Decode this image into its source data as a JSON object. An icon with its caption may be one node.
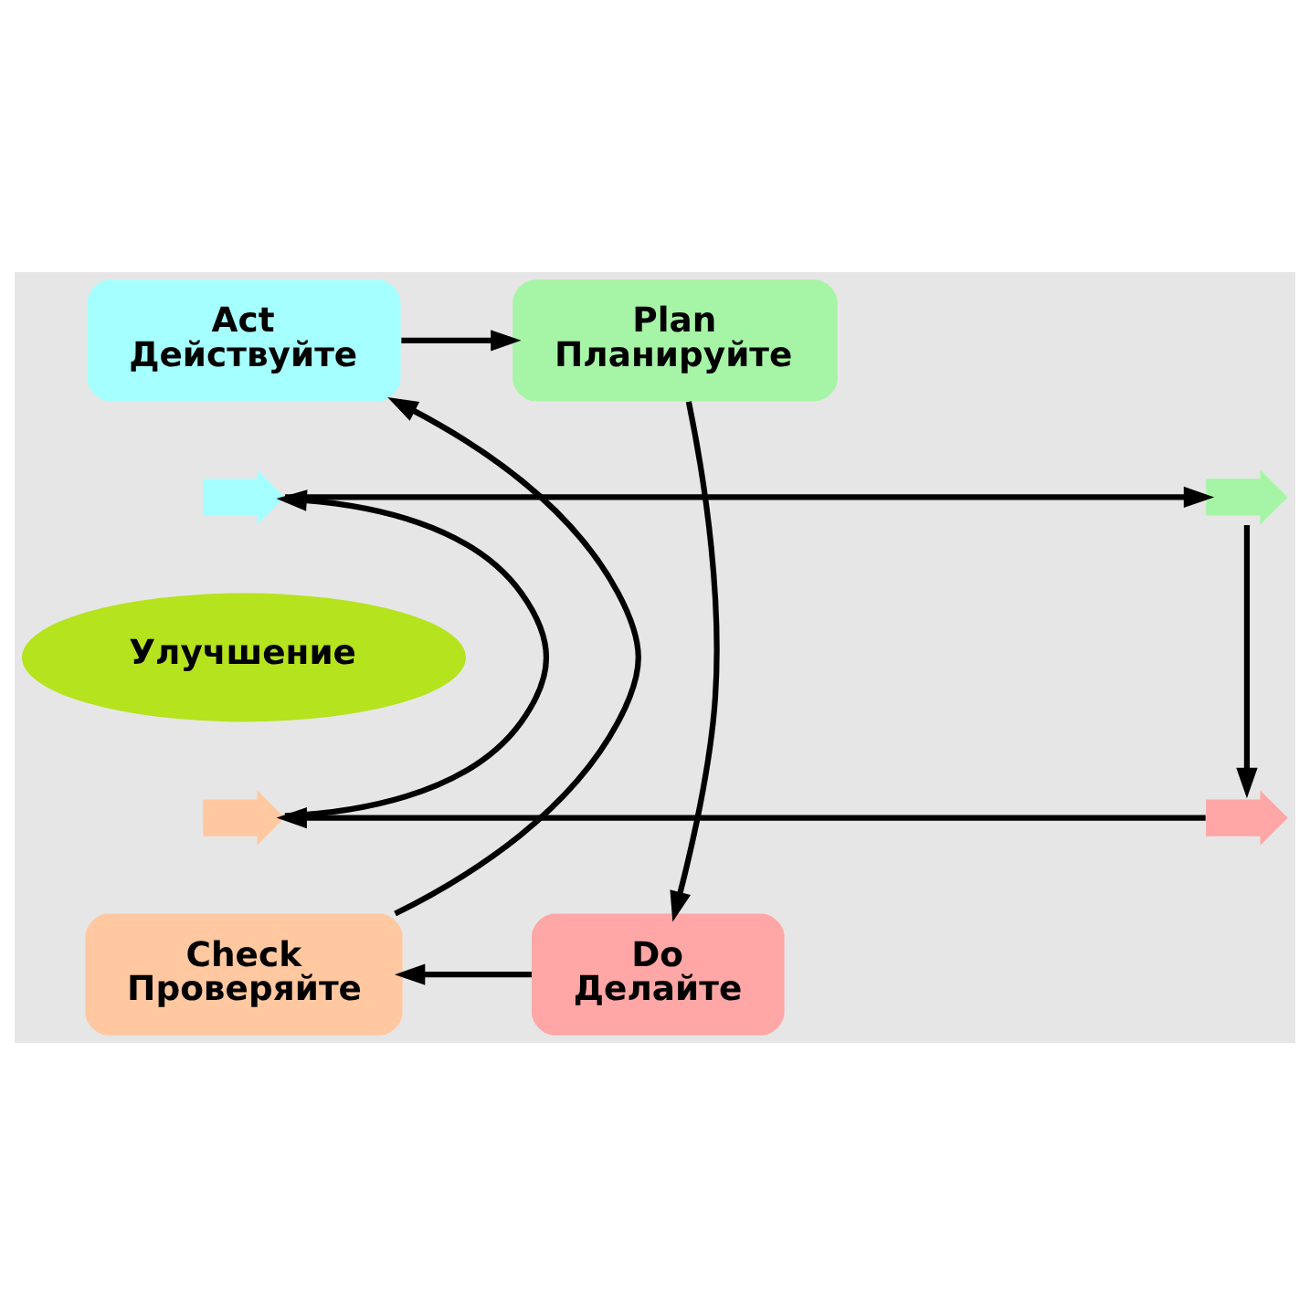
{
  "diagram": {
    "nodes": [
      {
        "text": [
          "Act",
          "Действуйте"
        ]
      },
      {
        "text": [
          "Plan",
          "Планируйте"
        ]
      },
      {
        "text": [
          "Do",
          "Делайте"
        ]
      },
      {
        "text": [
          "Check",
          "Проверяйте"
        ]
      },
      {
        "text": [
          "Улучшение"
        ]
      },
      {
        "text": [],
        "shape": "arrow"
      },
      {
        "text": [],
        "shape": "arrow"
      },
      {
        "text": [],
        "shape": "arrow"
      },
      {
        "text": [],
        "shape": "arrow"
      }
    ],
    "edges": [
      {
        "from": 0,
        "to": 1,
        "arrow": "to"
      },
      {
        "from": 1,
        "to": 2,
        "arrow": "to"
      },
      {
        "from": 2,
        "to": 3,
        "arrow": "to"
      },
      {
        "from": 3,
        "to": 0,
        "arrow": "to"
      },
      {
        "from": 5,
        "to": 6,
        "arrow": "to"
      },
      {
        "from": 6,
        "to": 7,
        "arrow": "to"
      },
      {
        "from": 7,
        "to": 8,
        "arrow": "to"
      },
      {
        "from": 8,
        "to": 5,
        "arrow": "to"
      }
    ]
  }
}
